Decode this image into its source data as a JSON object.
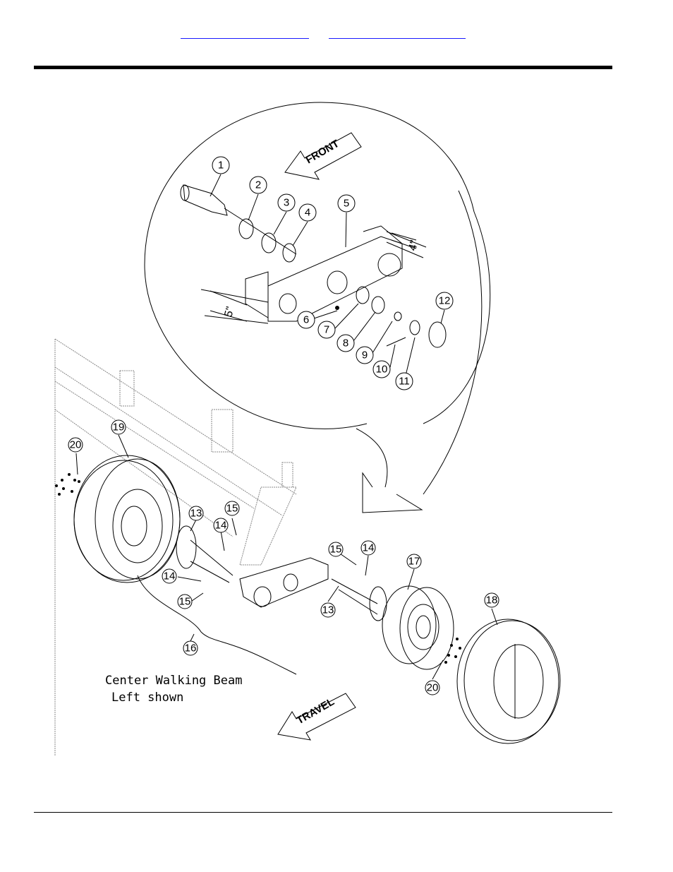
{
  "header": {
    "link_a": "",
    "link_b": ""
  },
  "diagram": {
    "direction_front": "FRONT",
    "direction_travel": "TRAVEL",
    "dim_4in": "4\"",
    "dim_5in": "5\"",
    "note_line1": "Center Walking Beam",
    "note_line2": "Left shown",
    "callouts": [
      "1",
      "2",
      "3",
      "4",
      "5",
      "6",
      "7",
      "8",
      "9",
      "10",
      "11",
      "12",
      "13",
      "13",
      "14",
      "14",
      "14",
      "15",
      "15",
      "15",
      "16",
      "17",
      "18",
      "19",
      "20",
      "20"
    ]
  }
}
